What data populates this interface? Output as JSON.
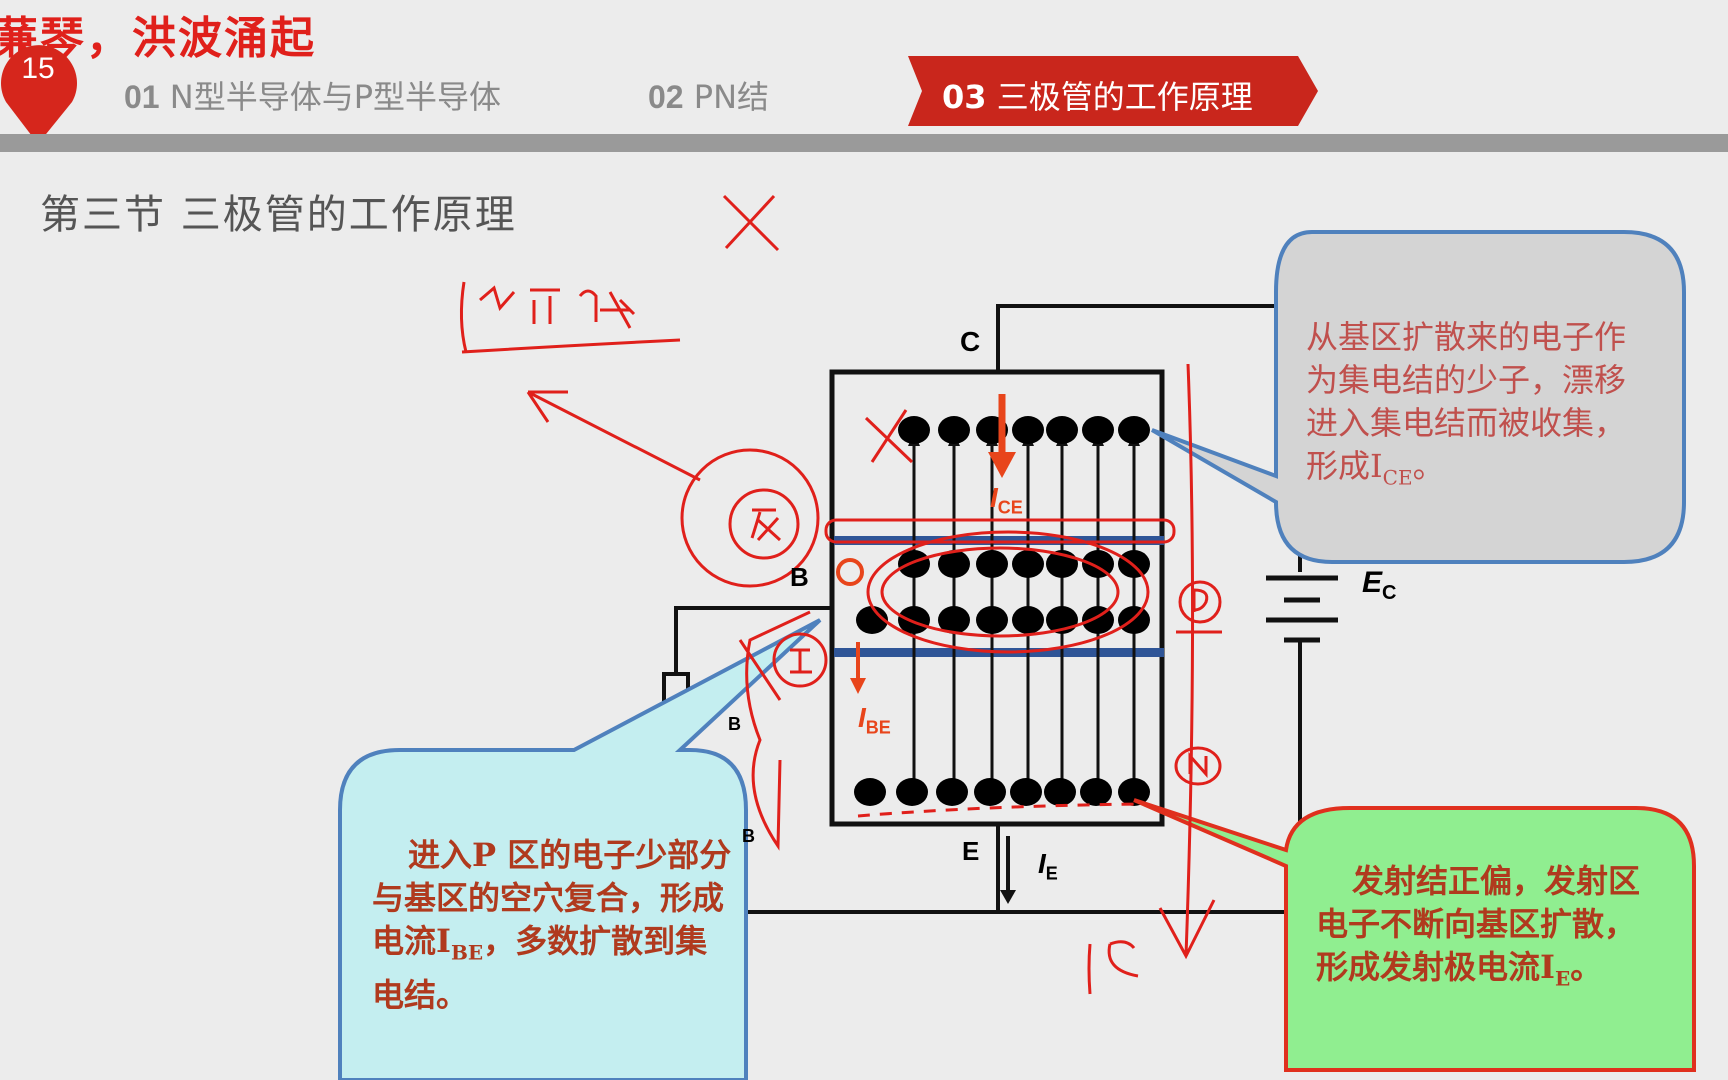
{
  "header": {
    "title": "蒹琴，洪波涌起",
    "page_number": "15",
    "nav": [
      {
        "num": "01",
        "label": "N型半导体与P型半导体"
      },
      {
        "num": "02",
        "label": "PN结"
      },
      {
        "num": "03",
        "label": "三极管的工作原理"
      }
    ],
    "active_index": 2,
    "accent_color": "#c9261c"
  },
  "section_title": "第三节  三极管的工作原理",
  "diagram": {
    "terminal_c": "C",
    "terminal_b": "B",
    "terminal_e": "E",
    "source_ec": "E",
    "source_ec_sub": "C",
    "current_ce": "I",
    "current_ce_sub": "CE",
    "current_be": "I",
    "current_be_sub": "BE",
    "current_e": "I",
    "current_e_sub": "E",
    "side_b": "B",
    "side_b2": "B"
  },
  "callouts": {
    "top_right": "从基区扩散来的电子作为集电结的少子，漂移进入集电结而被收集，形成I",
    "top_right_sub": "CE",
    "top_right_end": "。",
    "bottom_left": "进入P 区的电子少部分与基区的空穴复合，形成电流I",
    "bottom_left_sub": "BE",
    "bottom_left_end": "，多数扩散到集电结。",
    "bottom_right": "发射结正偏，发射区电子不断向基区扩散，形成发射极电流I",
    "bottom_right_sub": "E",
    "bottom_right_end": "。"
  }
}
